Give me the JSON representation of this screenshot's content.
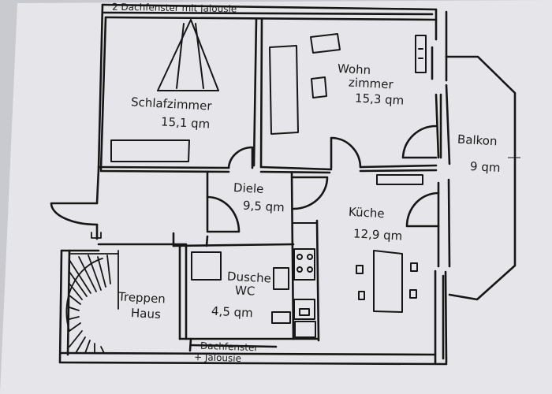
{
  "notes": {
    "top_window": "2 Dachfenster mit Jalousie",
    "bottom_window_line1": "Dachfenster",
    "bottom_window_line2": "+ Jalousie"
  },
  "rooms": {
    "schlafzimmer": {
      "name": "Schlafzimmer",
      "area": "15,1 qm"
    },
    "wohnzimmer": {
      "name_line1": "Wohn",
      "name_line2": "zimmer",
      "area": "15,3 qm"
    },
    "balkon": {
      "name": "Balkon",
      "area": "9 qm"
    },
    "diele": {
      "name": "Diele",
      "area": "9,5 qm"
    },
    "kueche": {
      "name": "Küche",
      "area": "12,9 qm"
    },
    "dusche": {
      "name_line1": "Dusche",
      "name_line2": "WC",
      "area": "4,5 qm"
    },
    "treppenhaus": {
      "name_line1": "Treppen",
      "name_line2": "Haus"
    }
  },
  "colors": {
    "paper": "#e6e6ea",
    "ink": "#161616",
    "background": "#c9cacf"
  }
}
